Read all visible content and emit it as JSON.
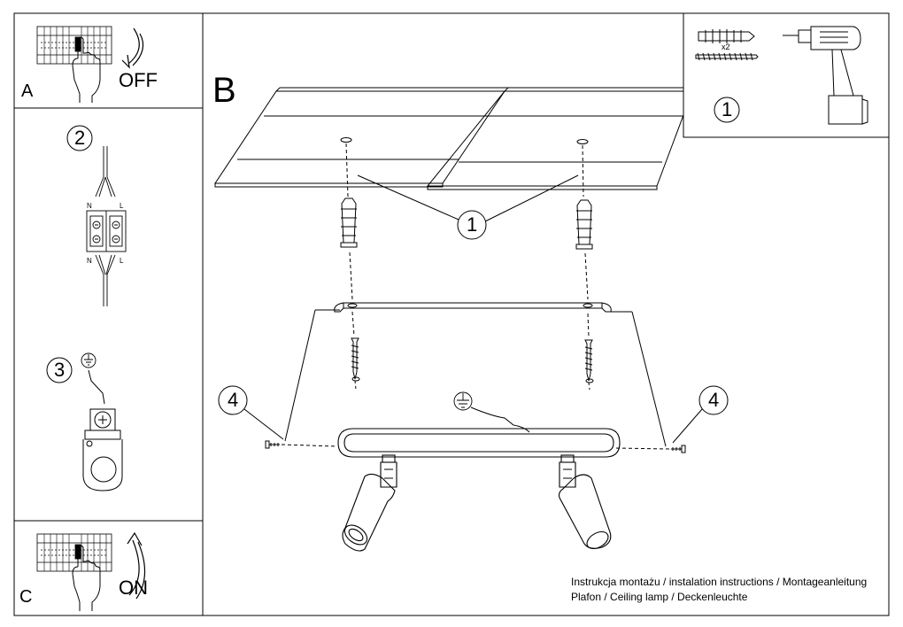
{
  "panels": {
    "a_letter": "A",
    "a_state": "OFF",
    "b_letter": "B",
    "c_letter": "C",
    "c_state": "ON"
  },
  "steps": {
    "left_2": "2",
    "left_3": "3",
    "tools_1": "1",
    "callout_1": "1",
    "callout_4_left": "4",
    "callout_4_right": "4"
  },
  "labels": {
    "n_top": "N",
    "l_top": "L",
    "n_bottom": "N",
    "l_bottom": "L",
    "anchor_qty": "x2"
  },
  "footer": {
    "line1": "Instrukcja montażu / instalation instructions / Montageanleitung",
    "line2": "Plafon / Ceiling lamp / Deckenleuchte"
  },
  "icons": [
    "switch-panel-icon",
    "hand-icon",
    "arrow-off-icon",
    "arrow-on-icon",
    "ground-symbol-icon",
    "drill-icon",
    "wall-plug-icon",
    "screw-icon",
    "terminal-block-icon",
    "ceiling-panel-icon",
    "mounting-bracket-icon",
    "lamp-base-icon",
    "spotlight-icon"
  ]
}
